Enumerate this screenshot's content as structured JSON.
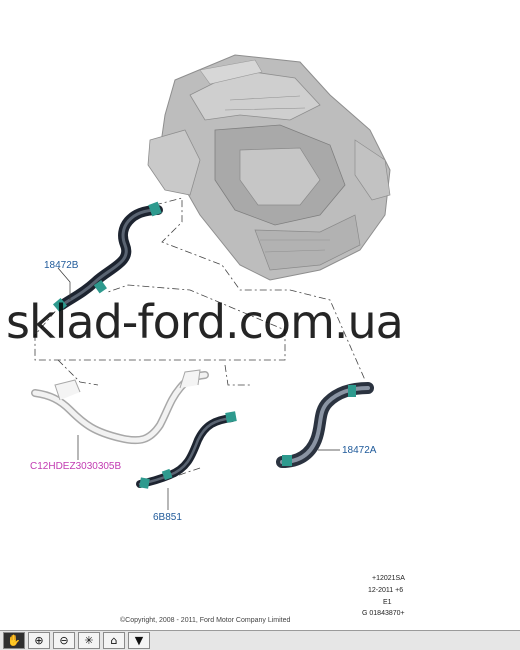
{
  "labels": {
    "hose_upper": "18472B",
    "hose_right": "18472A",
    "pipe": "C12HDEZ3030305B",
    "hose_lower": "6B851"
  },
  "watermark": "sklad-ford.com.ua",
  "ref_lines": [
    "+12021SA",
    "12-2011 +6",
    "E1",
    "G 01843870+"
  ],
  "copyright": "©Copyright, 2008 - 2011, Ford Motor Company Limited",
  "toolbar": {
    "buttons": [
      {
        "icon": "pan-icon",
        "glyph": "✋"
      },
      {
        "icon": "zoom-in-icon",
        "glyph": "⊕"
      },
      {
        "icon": "zoom-out-icon",
        "glyph": "⊖"
      },
      {
        "icon": "select-icon",
        "glyph": "✳"
      },
      {
        "icon": "home-icon",
        "glyph": "⌂"
      },
      {
        "icon": "dropdown-icon",
        "glyph": "▼"
      }
    ]
  }
}
